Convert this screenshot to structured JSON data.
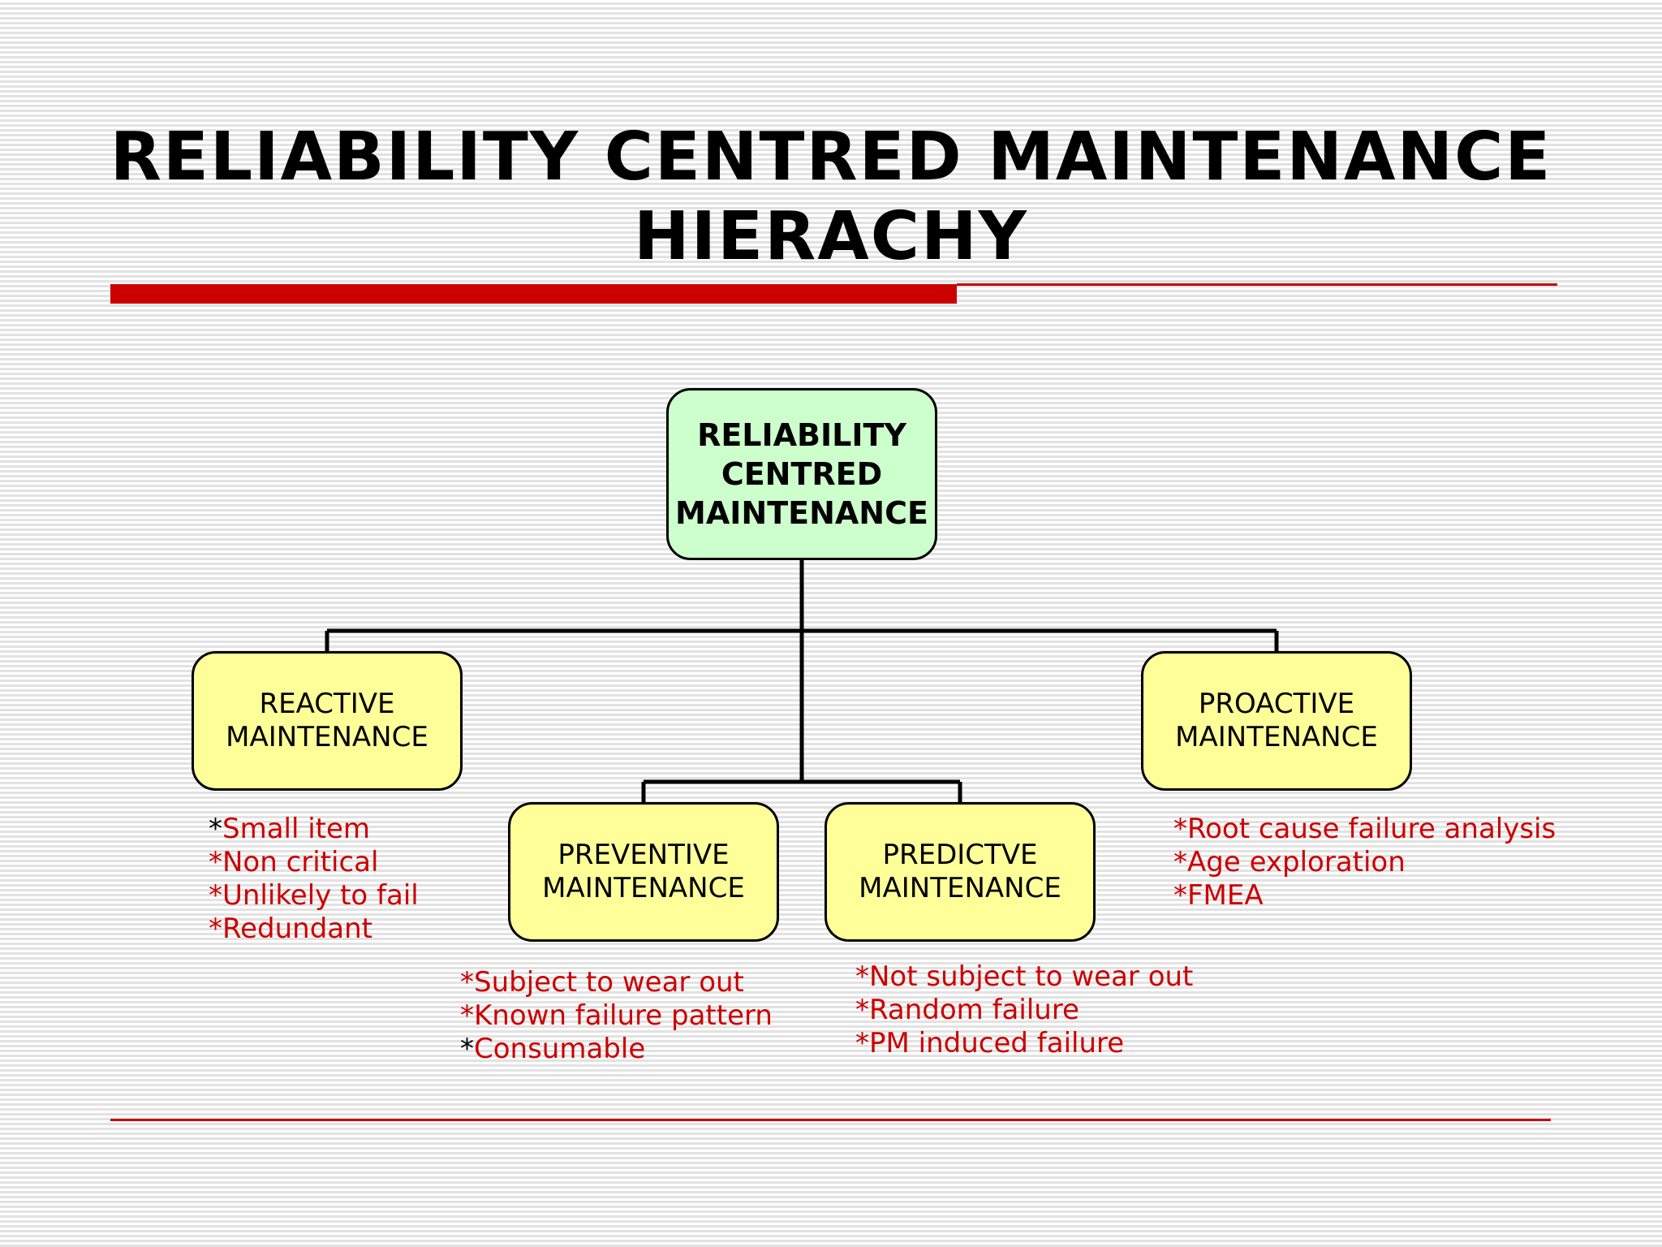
{
  "title": {
    "line1": "RELIABILITY CENTRED MAINTENANCE",
    "line2": "HIERACHY"
  },
  "colors": {
    "accent_red": "#cc0000",
    "note_red": "#cc0000",
    "root_box_fill": "#ccffcc",
    "child_box_fill": "#ffff99",
    "connector": "#000000"
  },
  "diagram": {
    "root": {
      "lines": [
        "RELIABILITY",
        "CENTRED",
        "MAINTENANCE"
      ]
    },
    "reactive": {
      "lines": [
        "REACTIVE",
        "MAINTENANCE"
      ],
      "notes": [
        {
          "star": "*",
          "text": "Small item",
          "star_black": true
        },
        {
          "star": "*",
          "text": "Non critical",
          "star_black": false
        },
        {
          "star": "*",
          "text": "Unlikely to fail",
          "star_black": false
        },
        {
          "star": "*",
          "text": "Redundant",
          "star_black": false
        }
      ]
    },
    "preventive": {
      "lines": [
        "PREVENTIVE",
        "MAINTENANCE"
      ],
      "notes": [
        {
          "star": "*",
          "text": "Subject to wear out",
          "star_black": false
        },
        {
          "star": "*",
          "text": "Known failure pattern",
          "star_black": false
        },
        {
          "star": "*",
          "text": "Consumable",
          "star_black": true
        }
      ]
    },
    "predictive": {
      "lines": [
        "PREDICTVE",
        "MAINTENANCE"
      ],
      "notes": [
        {
          "star": "*",
          "text": "Not subject to wear out",
          "star_black": false
        },
        {
          "star": "*",
          "text": "Random failure",
          "star_black": false
        },
        {
          "star": "*",
          "text": "PM induced failure",
          "star_black": false
        }
      ]
    },
    "proactive": {
      "lines": [
        "PROACTIVE",
        "MAINTENANCE"
      ],
      "notes": [
        {
          "star": "*",
          "text": "Root cause failure analysis",
          "star_black": false
        },
        {
          "star": "*",
          "text": "Age exploration",
          "star_black": false
        },
        {
          "star": "*",
          "text": "FMEA",
          "star_black": false
        }
      ]
    }
  }
}
